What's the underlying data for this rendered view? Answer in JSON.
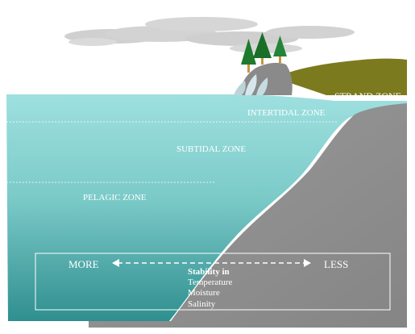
{
  "zones": {
    "strand": "STRAND ZONE",
    "intertidal": "INTERTIDAL ZONE",
    "subtidal": "SUBTIDAL ZONE",
    "pelagic": "PELAGIC ZONE"
  },
  "stability": {
    "more": "MORE",
    "less": "LESS",
    "title": "Stability in",
    "items": [
      "Temperature",
      "Moisture",
      "Salinity"
    ]
  },
  "colors": {
    "water_top": "#97dcdc",
    "water_bottom": "#2f9090",
    "rock": "#8f8f8f",
    "grass": "#7c7a1e",
    "cloud": "#cfcfcf",
    "tree": "#1f7a2e",
    "trunk": "#c8963c"
  }
}
